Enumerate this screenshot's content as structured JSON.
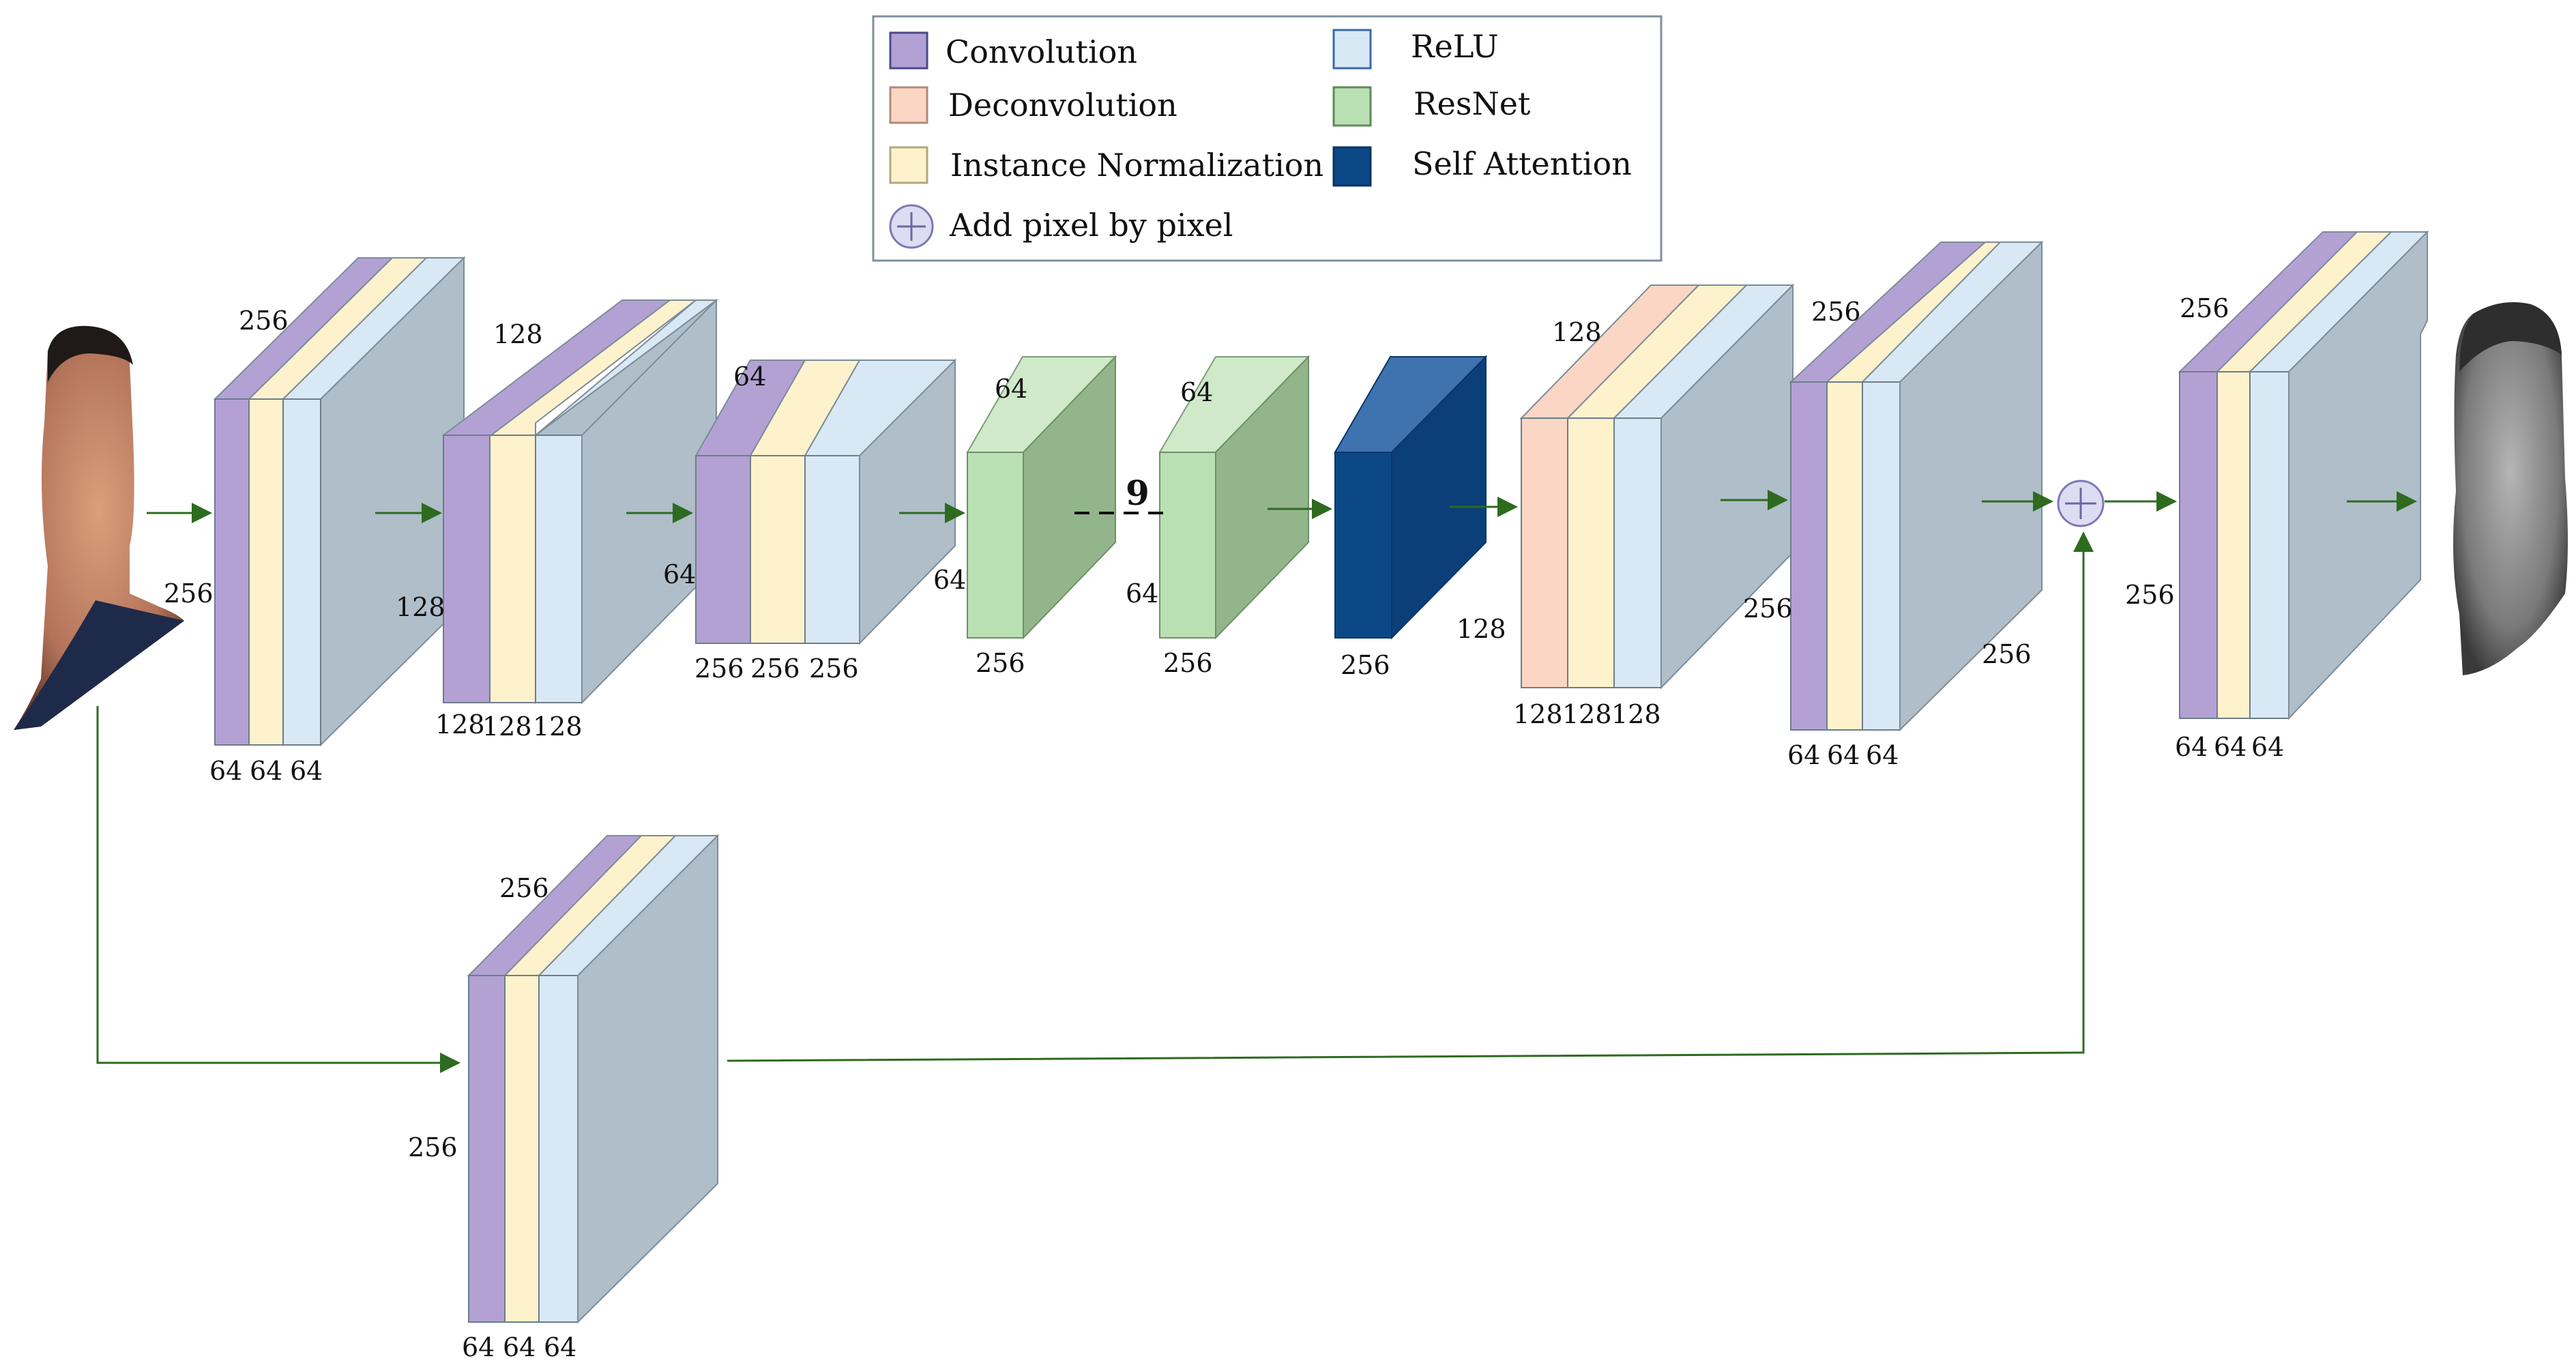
{
  "legend": {
    "items": [
      {
        "label": "Convolution",
        "color": "#b3a1d4"
      },
      {
        "label": "Deconvolution",
        "color": "#fbd6c4"
      },
      {
        "label": "Instance Normalization",
        "color": "#fdf2cc"
      },
      {
        "label": "ReLU",
        "color": "#d9e8f5"
      },
      {
        "label": "ResNet",
        "color": "#b9e0b3"
      },
      {
        "label": "Self Attention",
        "color": "#0b4885"
      },
      {
        "label": "Add pixel by pixel",
        "icon": "add-circle-icon"
      }
    ]
  },
  "colors": {
    "convolution": "#b3a1d4",
    "deconvolution": "#fbd6c4",
    "instance_norm": "#fdf2cc",
    "relu": "#d9e8f5",
    "resnet": "#b9e0b3",
    "resnet_side": "#93b58b",
    "self_attention": "#0b4885",
    "block_side": "#afbec9",
    "arrow": "#2e6b1f"
  },
  "blocks": {
    "b1": {
      "top": "256",
      "left": "256",
      "bottom": [
        "64",
        "64",
        "64"
      ]
    },
    "b2": {
      "top": "128",
      "left": "128",
      "bottom": [
        "128",
        "128",
        "128"
      ]
    },
    "b3": {
      "top": "64",
      "left": "64",
      "bottom": [
        "256",
        "256",
        "256"
      ]
    },
    "r1": {
      "top": "64",
      "left": "64",
      "bottom": "256"
    },
    "r2": {
      "top": "64",
      "left": "64",
      "bottom": "256"
    },
    "sa": {
      "bottom": "256"
    },
    "d1": {
      "top": "128",
      "left": "128",
      "bottom": [
        "128",
        "128",
        "128"
      ]
    },
    "c4": {
      "top": "256",
      "left": "256",
      "right": "256",
      "bottom": [
        "64",
        "64",
        "64"
      ]
    },
    "c5": {
      "top": "256",
      "left": "256",
      "bottom": [
        "64",
        "64",
        "64"
      ]
    },
    "skip": {
      "top": "256",
      "left": "256",
      "bottom": [
        "64",
        "64",
        "64"
      ]
    }
  },
  "repeat_count": "9"
}
